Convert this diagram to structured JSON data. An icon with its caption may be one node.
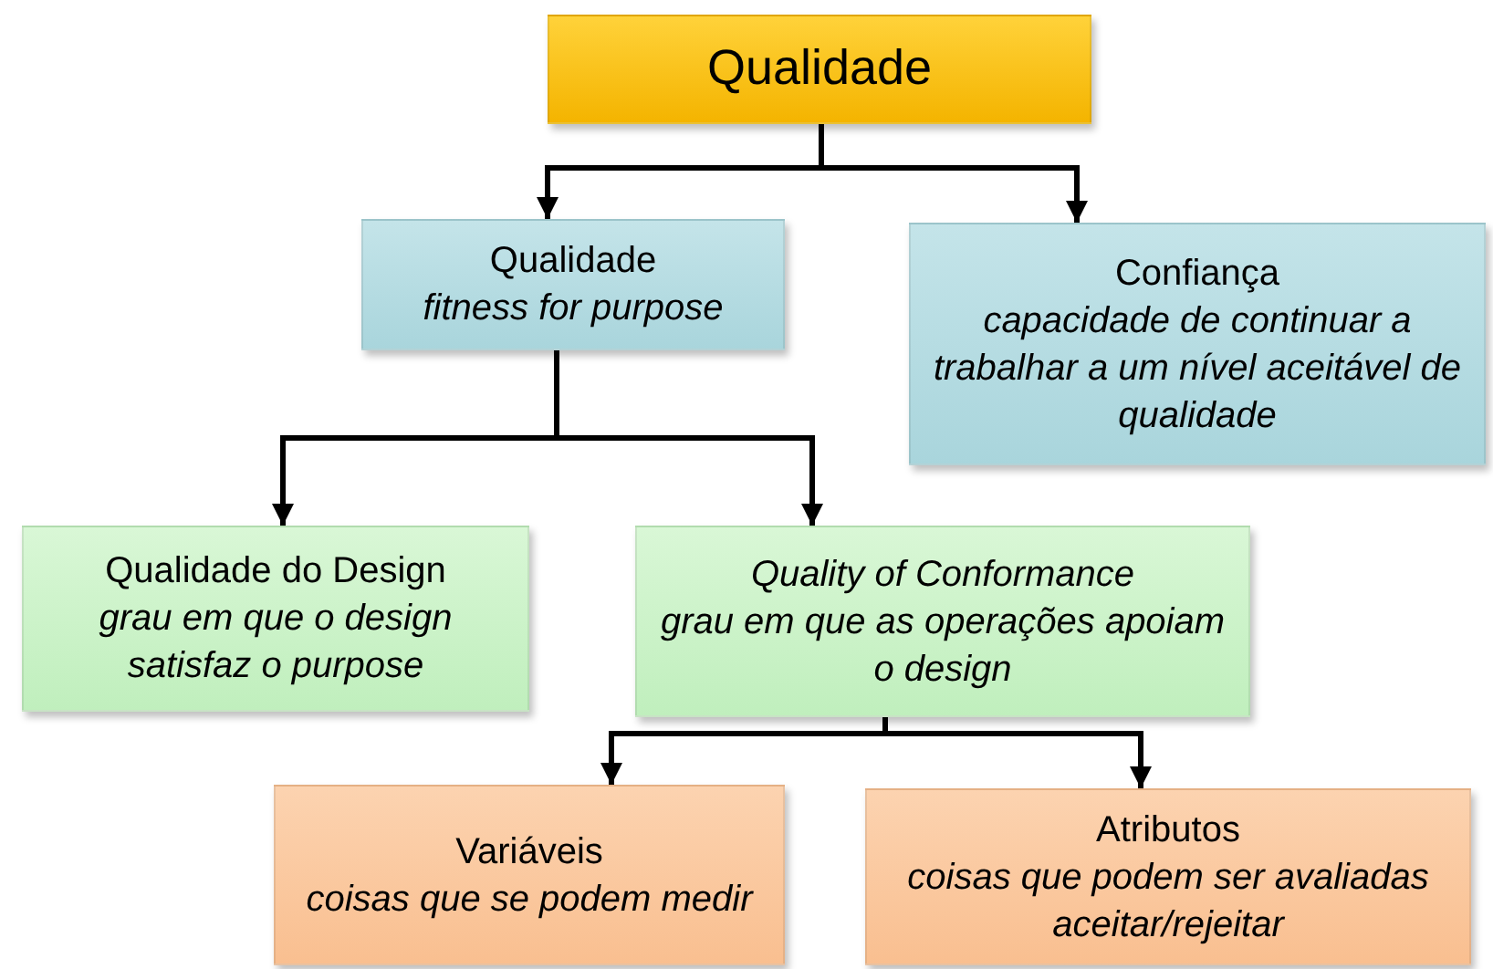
{
  "diagram": {
    "nodes": [
      {
        "text": [
          "Qualidade"
        ]
      },
      {
        "text": [
          "Qualidade",
          "fitness for purpose"
        ]
      },
      {
        "text": [
          "Confiança",
          "capacidade de continuar a trabalhar a um nível aceitável de qualidade"
        ]
      },
      {
        "text": [
          "Qualidade do Design",
          "grau em que o design satisfaz o purpose"
        ]
      },
      {
        "text": [
          "*Quality of Conformance*",
          "grau em que as operações apoiam o design"
        ]
      },
      {
        "text": [
          "Variáveis",
          "coisas que se podem medir"
        ]
      },
      {
        "text": [
          "Atributos",
          "coisas que podem ser avaliadas aceitar/rejeitar"
        ]
      }
    ],
    "edges": [
      {
        "from": 0,
        "to": 1,
        "arrow": "to"
      },
      {
        "from": 0,
        "to": 2,
        "arrow": "to"
      },
      {
        "from": 1,
        "to": 3,
        "arrow": "to"
      },
      {
        "from": 1,
        "to": 4,
        "arrow": "to"
      },
      {
        "from": 4,
        "to": 5,
        "arrow": "to"
      },
      {
        "from": 4,
        "to": 6,
        "arrow": "to"
      }
    ]
  }
}
